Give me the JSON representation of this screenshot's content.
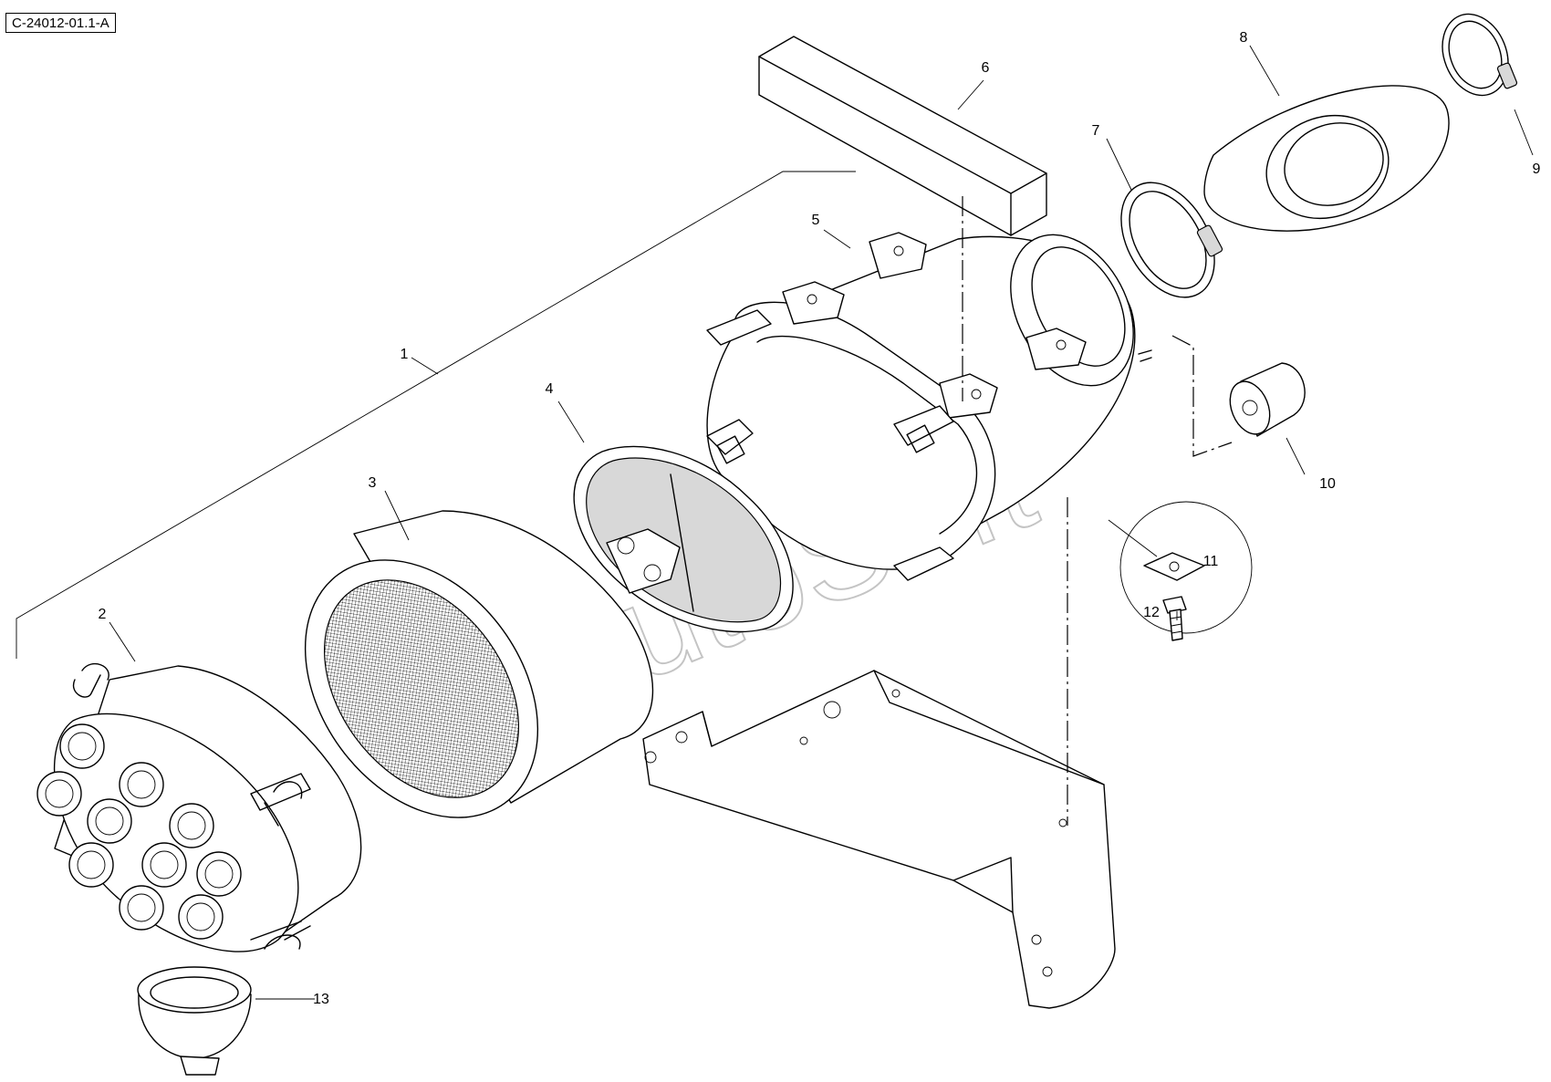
{
  "diagram_ref": "C-24012-01.1-A",
  "watermark": "AutoSoft",
  "callouts": [
    "1",
    "2",
    "3",
    "4",
    "5",
    "6",
    "7",
    "8",
    "9",
    "10",
    "11",
    "12",
    "13"
  ],
  "colors": {
    "line": "#000000",
    "background": "#ffffff",
    "watermark": "#c4c4c4"
  }
}
